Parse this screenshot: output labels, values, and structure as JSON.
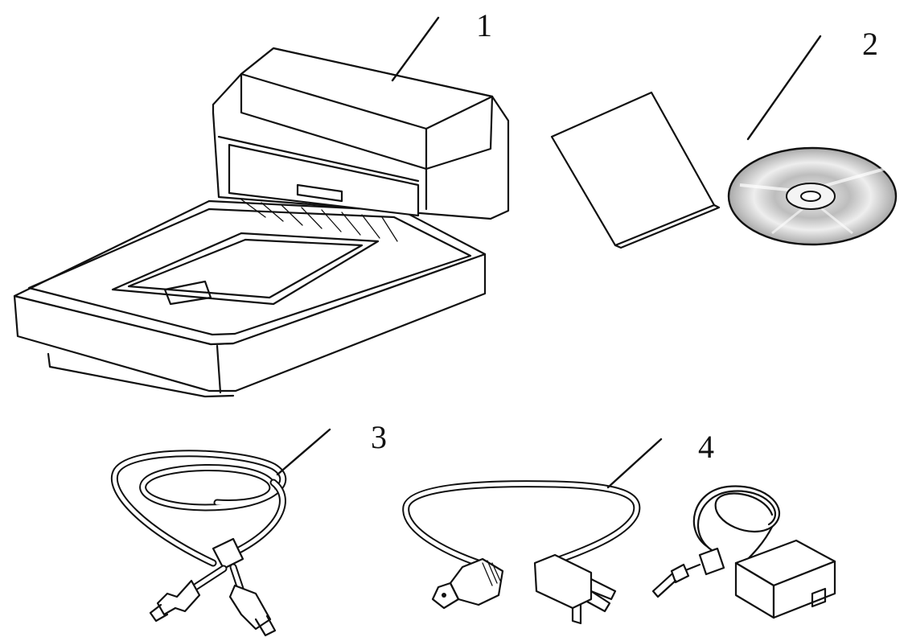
{
  "callouts": {
    "item1": "1",
    "item2": "2",
    "item3": "3",
    "item4": "4"
  },
  "icons": {
    "item1": "scanner-icon",
    "item2a": "quick-guide-icon",
    "item2b": "cd-disc-icon",
    "item3": "usb-cable-icon",
    "item4a": "power-cord-icon",
    "item4b": "power-adapter-icon"
  },
  "colors": {
    "line": "#111111",
    "background": "#ffffff",
    "disc": "#c9c9c9"
  }
}
